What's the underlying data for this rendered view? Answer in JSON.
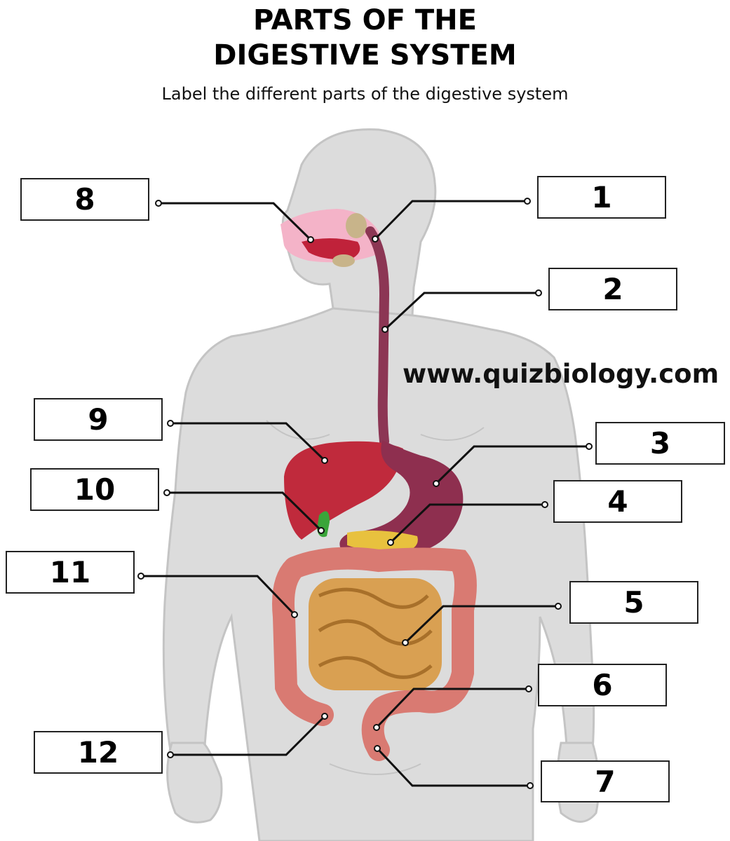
{
  "title": {
    "line1": "PARTS OF THE",
    "line2": "DIGESTIVE SYSTEM"
  },
  "subtitle": "Label the different parts of the digestive system",
  "website": "www.quizbiology.com",
  "labels": [
    {
      "number": "1"
    },
    {
      "number": "2"
    },
    {
      "number": "3"
    },
    {
      "number": "4"
    },
    {
      "number": "5"
    },
    {
      "number": "6"
    },
    {
      "number": "7"
    },
    {
      "number": "8"
    },
    {
      "number": "9"
    },
    {
      "number": "10"
    },
    {
      "number": "11"
    },
    {
      "number": "12"
    }
  ],
  "colors": {
    "body_silhouette": "#d9d9d9",
    "esophagus": "#8c3654",
    "liver": "#c02a3c",
    "stomach": "#8e2f4f",
    "gallbladder": "#3aa53a",
    "pancreas": "#e8c13e",
    "small_intestine": "#d9a052",
    "large_intestine": "#d97a72",
    "mouth": "#f0a7c2",
    "salivary_glands": "#c8b48a"
  }
}
